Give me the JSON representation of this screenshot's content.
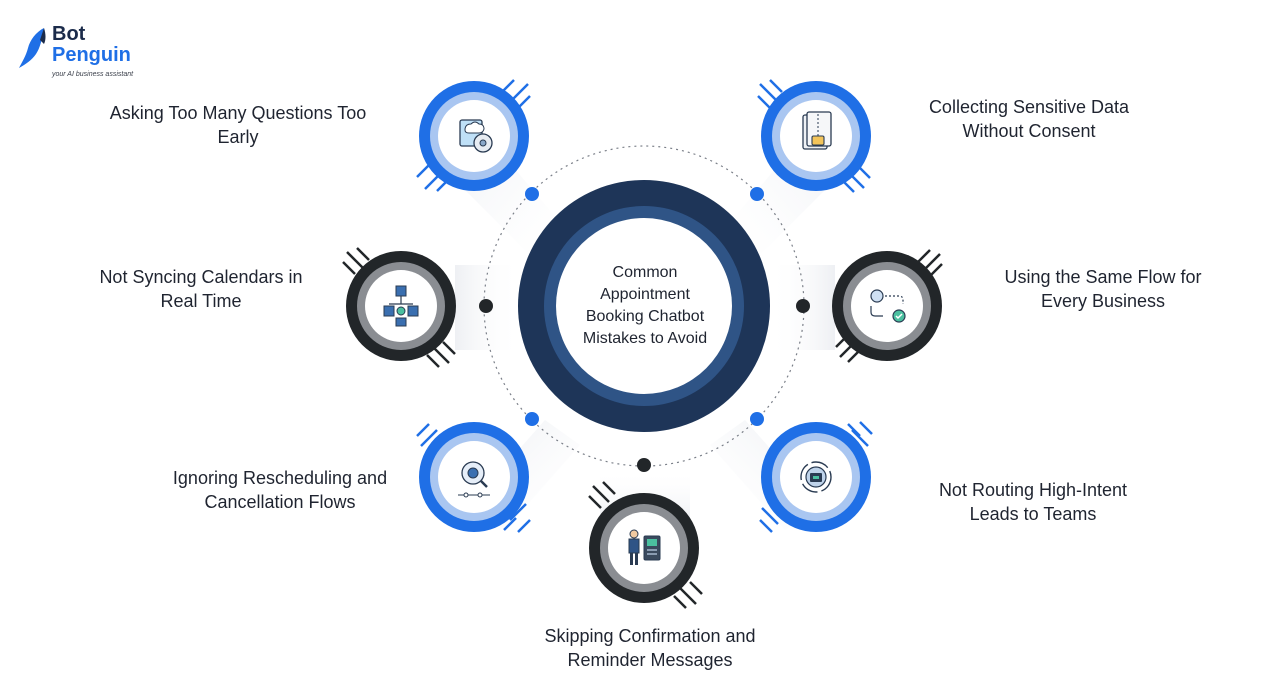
{
  "logo": {
    "line1": "Bot",
    "line2": "Penguin",
    "tagline": "your AI business assistant"
  },
  "center": {
    "title": "Common Appointment Booking Chatbot Mistakes to Avoid"
  },
  "items": [
    {
      "label": "Asking Too Many Questions Too Early",
      "icon": "cloud-database-icon",
      "ring": "blue"
    },
    {
      "label": "Collecting Sensitive Data Without Consent",
      "icon": "locked-document-icon",
      "ring": "blue"
    },
    {
      "label": "Not Syncing Calendars in Real Time",
      "icon": "network-servers-icon",
      "ring": "dark"
    },
    {
      "label": "Using the Same Flow for Every Business",
      "icon": "workflow-icon",
      "ring": "dark"
    },
    {
      "label": "Ignoring Rescheduling and Cancellation Flows",
      "icon": "search-gear-icon",
      "ring": "blue"
    },
    {
      "label": "Not Routing High-Intent Leads to Teams",
      "icon": "gear-cycle-icon",
      "ring": "blue"
    },
    {
      "label": "Skipping Confirmation and Reminder Messages",
      "icon": "presenter-board-icon",
      "ring": "dark"
    }
  ],
  "colors": {
    "blue": "#1f6fe6",
    "dark": "#222629",
    "navy": "#1e3558",
    "mid_navy": "#2f5486"
  }
}
